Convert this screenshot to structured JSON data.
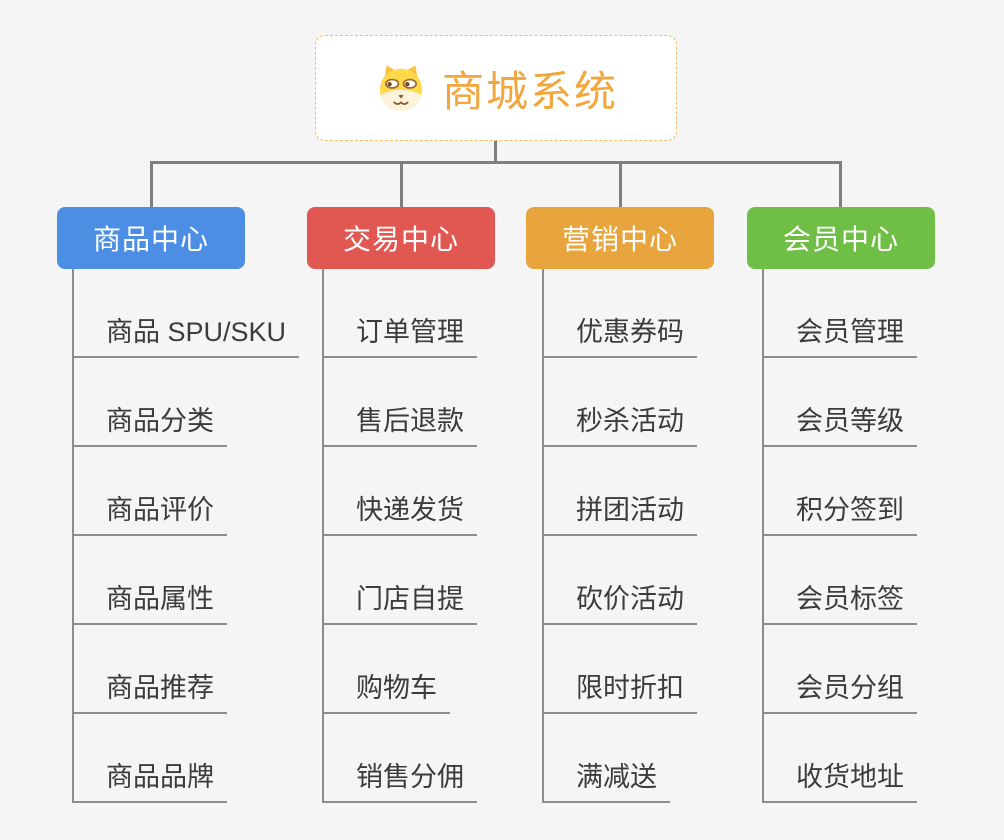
{
  "root": {
    "title": "商城系统",
    "icon": "dog-icon",
    "title_color": "#F2A63C",
    "border_color": "#F2BC66"
  },
  "branches": [
    {
      "label": "商品中心",
      "color": "#4B8EE3",
      "items": [
        "商品 SPU/SKU",
        "商品分类",
        "商品评价",
        "商品属性",
        "商品推荐",
        "商品品牌"
      ]
    },
    {
      "label": "交易中心",
      "color": "#E15852",
      "items": [
        "订单管理",
        "售后退款",
        "快递发货",
        "门店自提",
        "购物车",
        "销售分佣"
      ]
    },
    {
      "label": "营销中心",
      "color": "#E8A43D",
      "items": [
        "优惠券码",
        "秒杀活动",
        "拼团活动",
        "砍价活动",
        "限时折扣",
        "满减送"
      ]
    },
    {
      "label": "会员中心",
      "color": "#6FBE46",
      "items": [
        "会员管理",
        "会员等级",
        "积分签到",
        "会员标签",
        "会员分组",
        "收货地址"
      ]
    }
  ],
  "colors": {
    "background": "#F5F5F6",
    "connector": "#7F7F7F",
    "leaf_line": "#8C8C8C",
    "leaf_text": "#3C3C3C"
  }
}
